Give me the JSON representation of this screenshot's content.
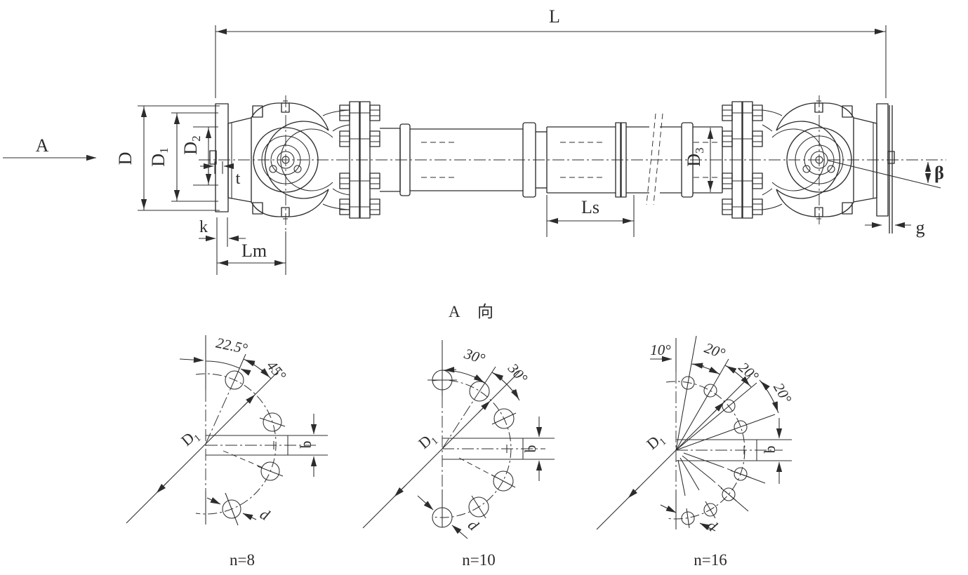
{
  "colors": {
    "ink": "#2c2c2c",
    "background": "#ffffff"
  },
  "side_view": {
    "view_arrow_label": "A",
    "dims": {
      "overall_length": "L",
      "flange_od": "D",
      "bolt_circle": {
        "base": "D",
        "sub": "1"
      },
      "pilot_dia": {
        "base": "D",
        "sub": "2"
      },
      "pilot_depth": "t",
      "flange_thickness": "k",
      "flange_to_joint_center": "Lm",
      "slip_travel": "Ls",
      "tube_od": {
        "base": "D",
        "sub": "3"
      },
      "swing_angle": "β",
      "flex_plate_thickness": "g"
    }
  },
  "detail_view": {
    "title": "A 向",
    "diagrams": [
      {
        "caption": "n=8",
        "angle_labels": [
          "22.5°",
          "45°"
        ],
        "bolt_circle_label": {
          "base": "D",
          "sub": "1"
        },
        "keyway_label": "b",
        "hole_dia_label": "d"
      },
      {
        "caption": "n=10",
        "angle_labels": [
          "30°",
          "30°"
        ],
        "bolt_circle_label": {
          "base": "D",
          "sub": "1"
        },
        "keyway_label": "b",
        "hole_dia_label": "d"
      },
      {
        "caption": "n=16",
        "angle_labels": [
          "10°",
          "20°",
          "20°",
          "20°"
        ],
        "bolt_circle_label": {
          "base": "D",
          "sub": "1"
        },
        "keyway_label": "b",
        "hole_dia_label": "d"
      }
    ]
  }
}
